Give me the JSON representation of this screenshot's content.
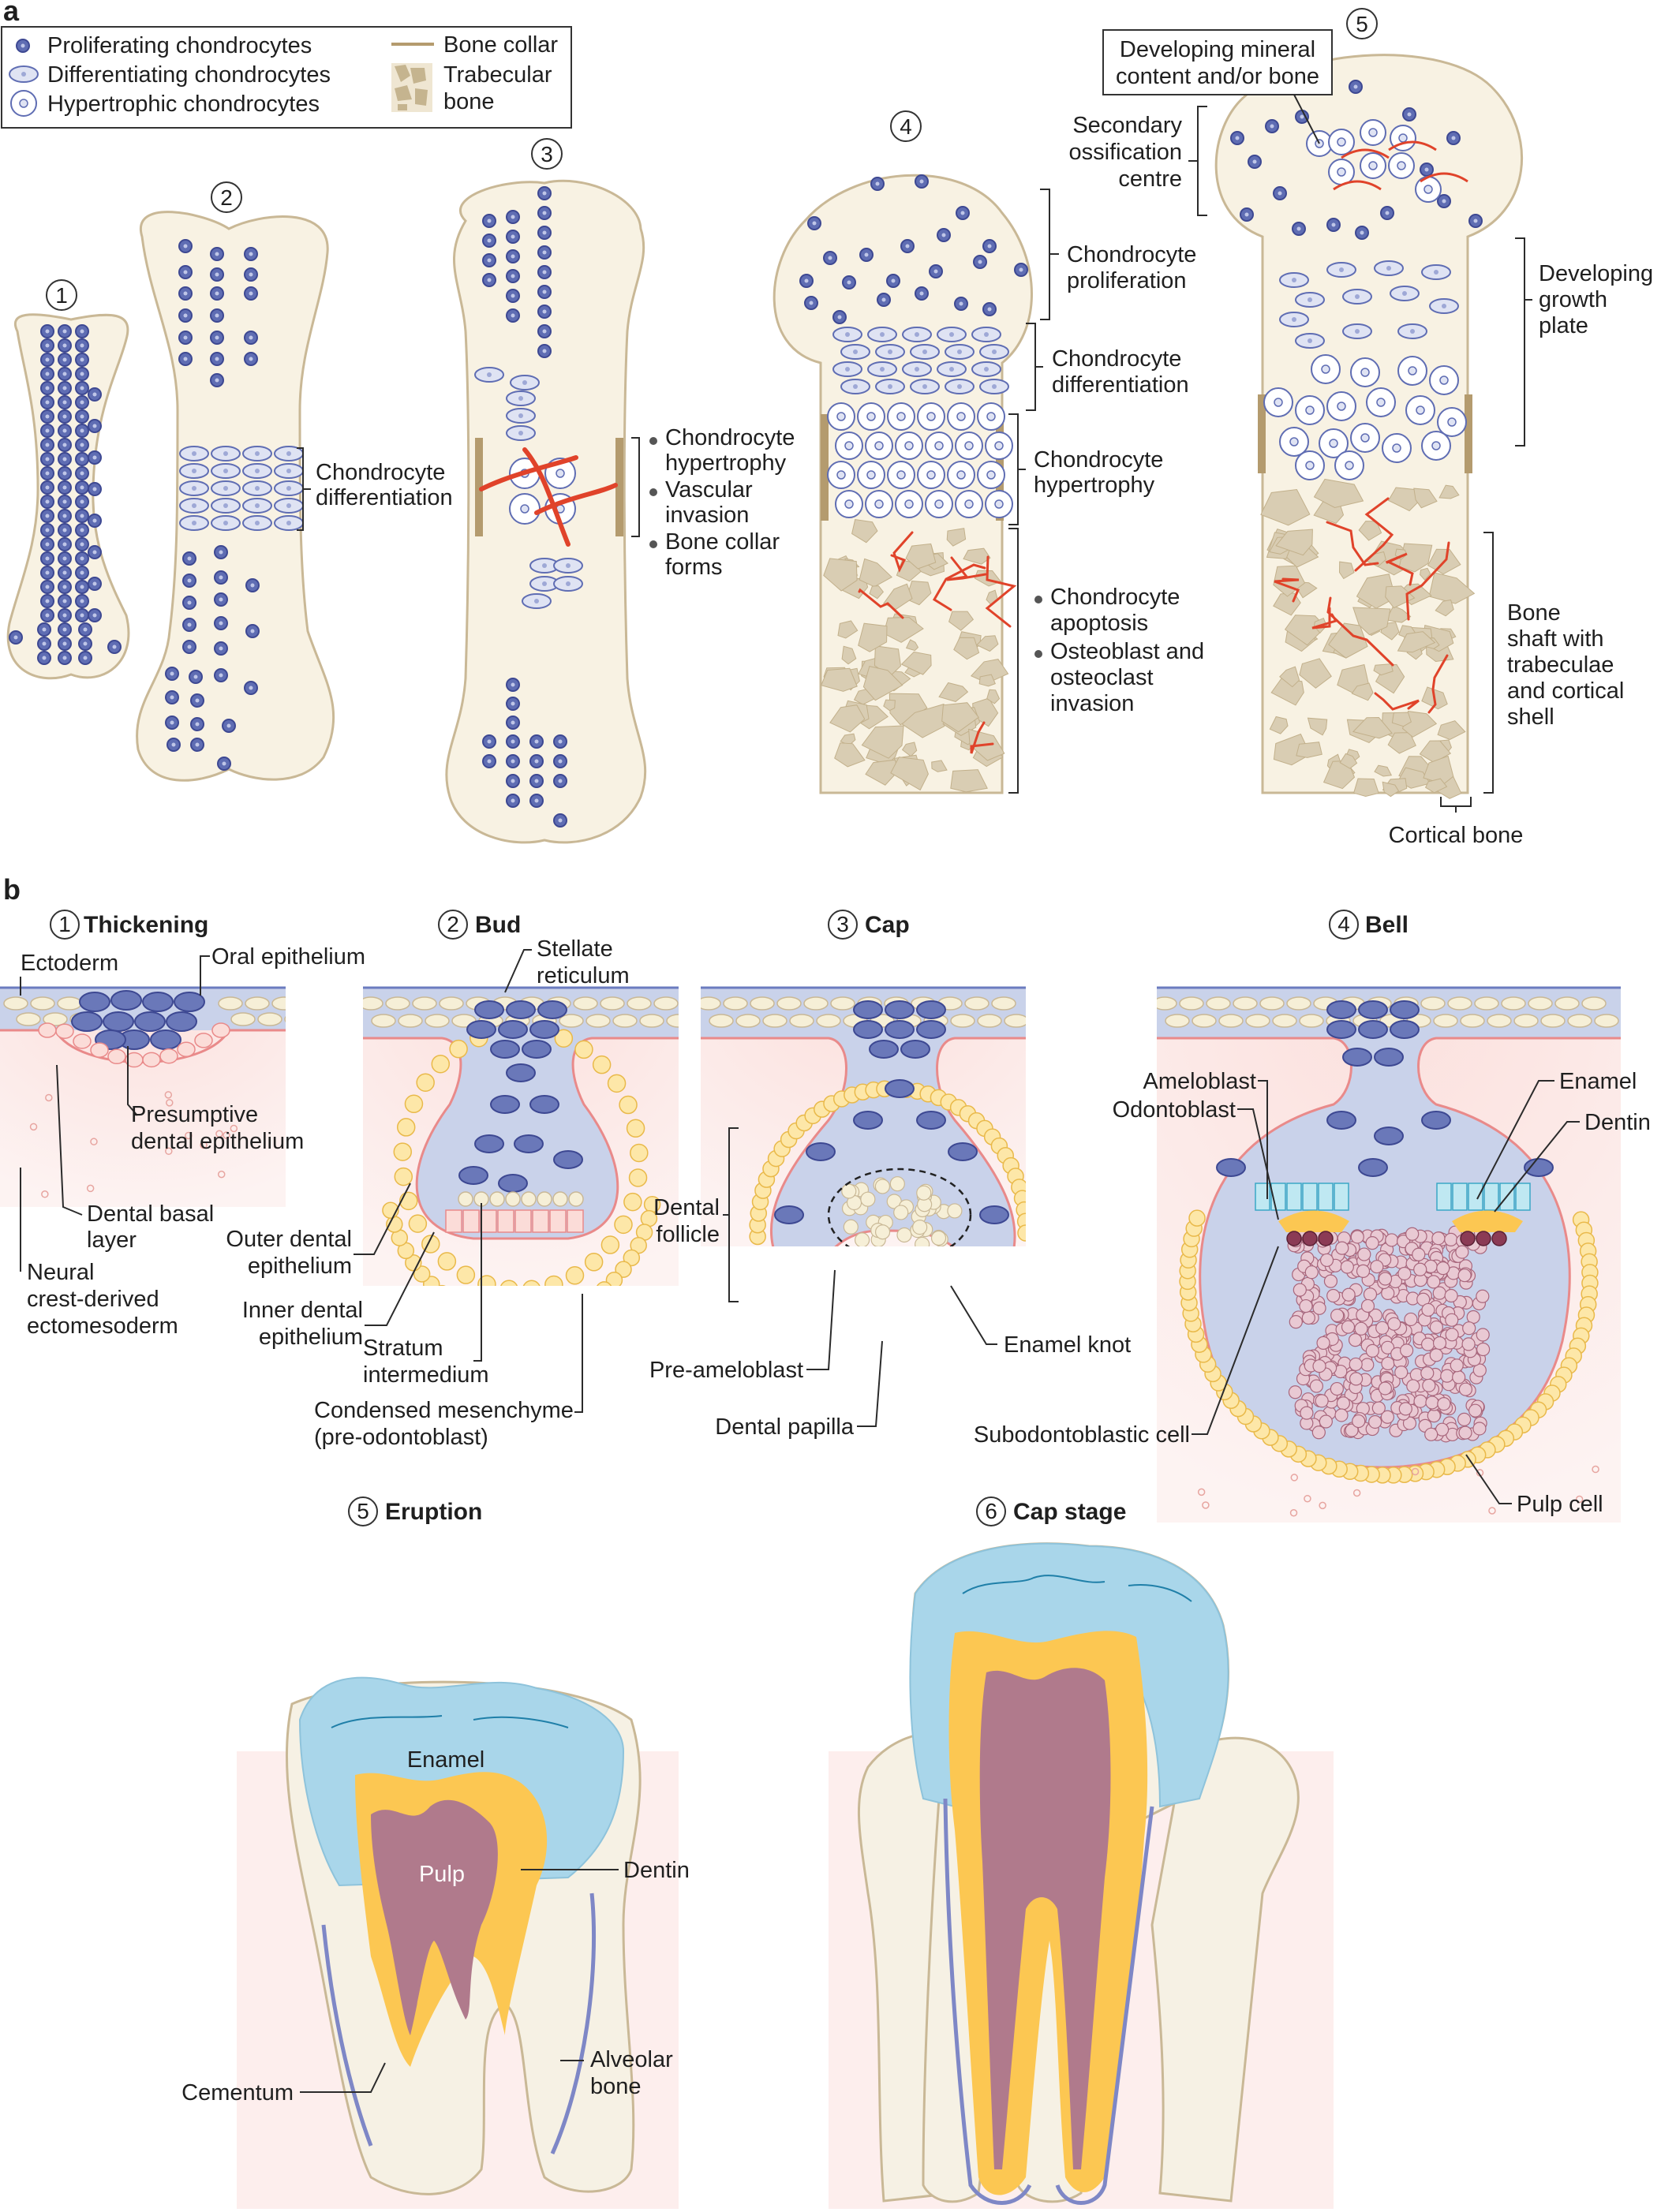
{
  "panel_a": {
    "letter": "a",
    "legend": {
      "proliferating": "Proliferating chondrocytes",
      "differentiating": "Differentiating chondrocytes",
      "hypertrophic": "Hypertrophic chondrocytes",
      "bone_collar": "Bone collar",
      "trabecular_1": "Trabecular",
      "trabecular_2": "bone"
    },
    "stage_numbers": [
      "1",
      "2",
      "3",
      "4",
      "5"
    ],
    "labels": {
      "chondrocyte_differentiation_1": "Chondrocyte",
      "chondrocyte_differentiation_2": "differentiation",
      "s3_hypertrophy_1": "Chondrocyte",
      "s3_hypertrophy_2": "hypertrophy",
      "s3_vascular_1": "Vascular",
      "s3_vascular_2": "invasion",
      "s3_collar_1": "Bone collar",
      "s3_collar_2": "forms",
      "s4_prolif_1": "Chondrocyte",
      "s4_prolif_2": "proliferation",
      "s4_diff_1": "Chondrocyte",
      "s4_diff_2": "differentiation",
      "s4_hyper_1": "Chondrocyte",
      "s4_hyper_2": "hypertrophy",
      "s4_apop_1": "Chondrocyte",
      "s4_apop_2": "apoptosis",
      "s4_osteo_1": "Osteoblast and",
      "s4_osteo_2": "osteoclast",
      "s4_osteo_3": "invasion",
      "s5_mineral_1": "Developing mineral",
      "s5_mineral_2": "content and/or bone",
      "s5_secondary_1": "Secondary",
      "s5_secondary_2": "ossification",
      "s5_secondary_3": "centre",
      "s5_growth_1": "Developing",
      "s5_growth_2": "growth",
      "s5_growth_3": "plate",
      "s5_shaft_1": "Bone",
      "s5_shaft_2": "shaft with",
      "s5_shaft_3": "trabeculae",
      "s5_shaft_4": "and cortical",
      "s5_shaft_5": "shell",
      "s5_cortical": "Cortical bone"
    }
  },
  "panel_b": {
    "letter": "b",
    "stages": [
      {
        "num": "1",
        "title": "Thickening"
      },
      {
        "num": "2",
        "title": "Bud"
      },
      {
        "num": "3",
        "title": "Cap"
      },
      {
        "num": "4",
        "title": "Bell"
      },
      {
        "num": "5",
        "title": "Eruption"
      },
      {
        "num": "6",
        "title": "Cap stage"
      }
    ],
    "labels": {
      "ectoderm": "Ectoderm",
      "oral_epithelium": "Oral epithelium",
      "presumptive_1": "Presumptive",
      "presumptive_2": "dental epithelium",
      "dental_basal_1": "Dental basal",
      "dental_basal_2": "layer",
      "neural_1": "Neural",
      "neural_2": "crest-derived",
      "neural_3": "ectomesoderm",
      "stellate_1": "Stellate",
      "stellate_2": "reticulum",
      "outer_1": "Outer dental",
      "outer_2": "epithelium",
      "inner_1": "Inner dental",
      "inner_2": "epithelium",
      "stratum_1": "Stratum",
      "stratum_2": "intermedium",
      "condensed_1": "Condensed mesenchyme",
      "condensed_2": "(pre-odontoblast)",
      "dental_follicle_1": "Dental",
      "dental_follicle_2": "follicle",
      "pre_ameloblast": "Pre-ameloblast",
      "enamel_knot": "Enamel knot",
      "dental_papilla": "Dental papilla",
      "ameloblast": "Ameloblast",
      "odontoblast": "Odontoblast",
      "enamel": "Enamel",
      "dentin": "Dentin",
      "subodontoblastic": "Subodontoblastic cell",
      "pulp_cell": "Pulp cell",
      "e_enamel": "Enamel",
      "e_pulp": "Pulp",
      "e_dentin": "Dentin",
      "e_cementum": "Cementum",
      "e_alveolar_1": "Alveolar",
      "e_alveolar_2": "bone"
    }
  },
  "colors": {
    "cartilage": "#f8f2e3",
    "outline": "#c9b896",
    "cell_blue": "#5f6db3",
    "cell_light": "#dfe3f3",
    "bone_collar": "#b49b6e",
    "trabecular": "#d9cdb3",
    "vessel": "#e0432a",
    "epithelium_blue": "#c9d2ea",
    "mesenchyme_pink": "#fbe4e1",
    "enamel_blue": "#a9d6ea",
    "dentin_yellow": "#fcc752",
    "pulp_mauve": "#b07a8c",
    "ameloblast_cyan": "#bfe8f2"
  }
}
